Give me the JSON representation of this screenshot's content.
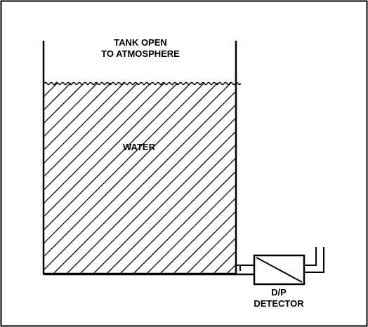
{
  "diagram": {
    "tank_label_line1": "TANK OPEN",
    "tank_label_line2": "TO ATMOSPHERE",
    "water_label": "WATER",
    "detector_label_line1": "D/P",
    "detector_label_line2": "DETECTOR",
    "colors": {
      "ink": "#000000",
      "background": "#ffffff"
    }
  }
}
